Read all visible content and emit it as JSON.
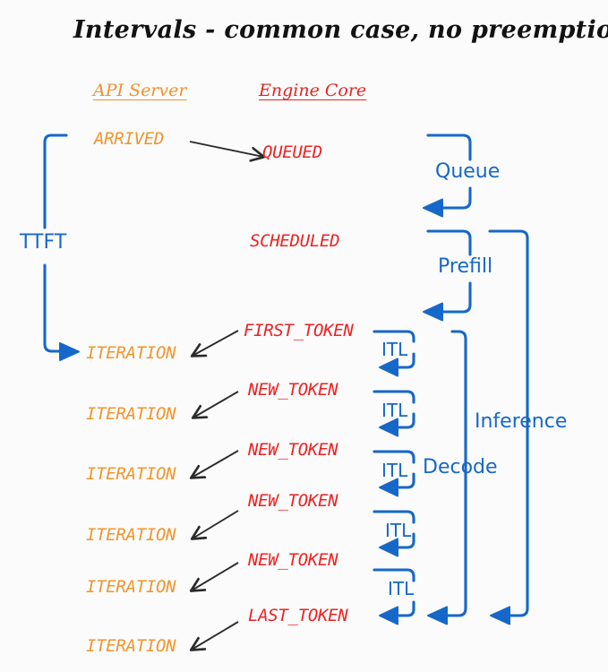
{
  "page": {
    "title": "Intervals - common case, no preemptions",
    "background": "#fbfbfb"
  },
  "colors": {
    "api_server": "#f2952c",
    "engine_core": "#ee2222",
    "annotation": "#1668c8",
    "arrow": "#2a2a2a",
    "title": "#121212"
  },
  "columns": [
    {
      "id": "api-server",
      "label": "API Server",
      "color": "#f2952c"
    },
    {
      "id": "engine-core",
      "label": "Engine Core",
      "color": "#ee2222"
    }
  ],
  "api_events": [
    {
      "label": "ARRIVED"
    },
    {
      "label": "ITERATION"
    },
    {
      "label": "ITERATION"
    },
    {
      "label": "ITERATION"
    },
    {
      "label": "ITERATION"
    },
    {
      "label": "ITERATION"
    },
    {
      "label": "ITERATION"
    }
  ],
  "core_events": [
    {
      "label": "QUEUED"
    },
    {
      "label": "SCHEDULED"
    },
    {
      "label": "FIRST_TOKEN"
    },
    {
      "label": "NEW_TOKEN"
    },
    {
      "label": "NEW_TOKEN"
    },
    {
      "label": "NEW_TOKEN"
    },
    {
      "label": "NEW_TOKEN"
    },
    {
      "label": "LAST_TOKEN"
    }
  ],
  "intervals": [
    {
      "id": "ttft",
      "label": "TTFT"
    },
    {
      "id": "queue",
      "label": "Queue"
    },
    {
      "id": "prefill",
      "label": "Prefill"
    },
    {
      "id": "decode",
      "label": "Decode"
    },
    {
      "id": "inference",
      "label": "Inference"
    }
  ],
  "itl_labels": [
    {
      "label": "ITL"
    },
    {
      "label": "ITL"
    },
    {
      "label": "ITL"
    },
    {
      "label": "ITL"
    },
    {
      "label": "ITL"
    }
  ]
}
